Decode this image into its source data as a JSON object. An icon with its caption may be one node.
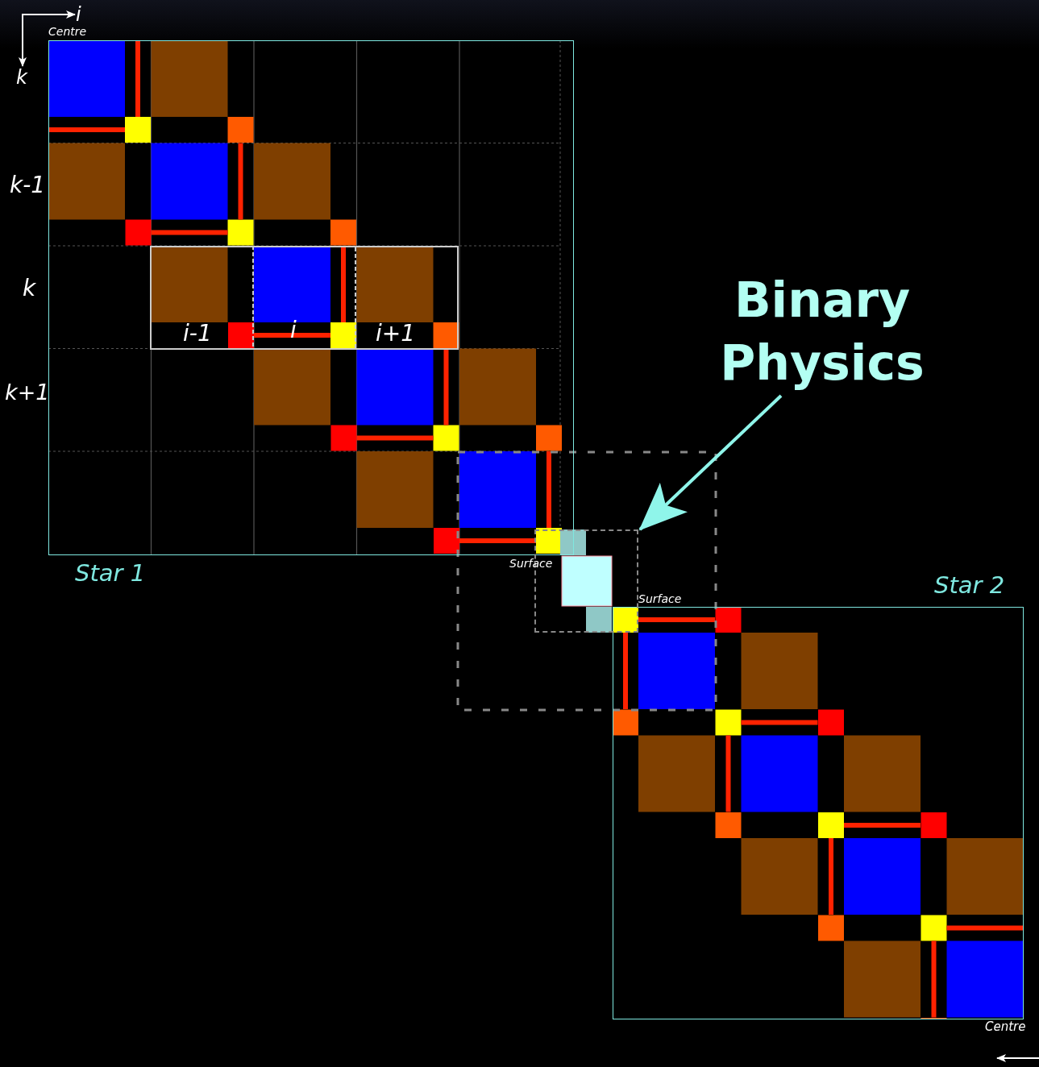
{
  "diagram": {
    "nodes": [
      {
        "text": [
          "Star 1"
        ]
      },
      {
        "text": [
          "Star 2"
        ]
      },
      {
        "text": [
          "Binary Physics"
        ]
      },
      {
        "text": [],
        "shape": "box"
      }
    ],
    "edges": [
      {
        "from": 2,
        "to": 3,
        "arrow": "to"
      }
    ],
    "labels": [
      "i",
      "Centre",
      "k",
      "k-1",
      "k",
      "i-1",
      "i",
      "i+1",
      "k+1",
      "Surface",
      "Surface",
      "Centre"
    ]
  }
}
